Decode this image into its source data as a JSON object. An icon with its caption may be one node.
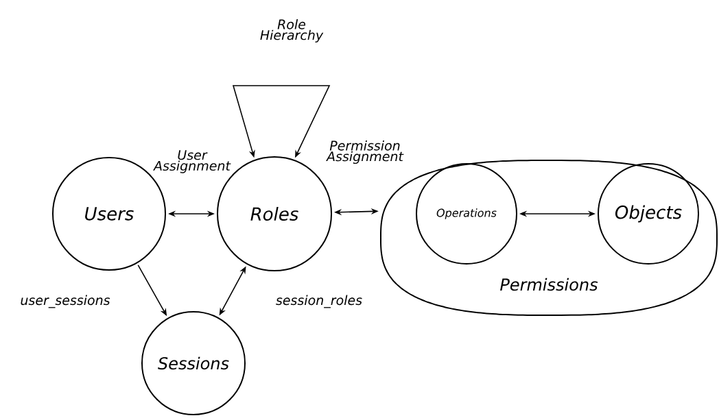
{
  "diagram": {
    "nodes": [
      {
        "text": [
          "Users"
        ]
      },
      {
        "text": [
          "Roles"
        ]
      },
      {
        "text": [
          "Permissions"
        ]
      },
      {
        "text": [
          "Operations"
        ],
        "in": 2
      },
      {
        "text": [
          "Objects"
        ],
        "in": 2
      },
      {
        "text": [
          "Sessions"
        ]
      }
    ],
    "edges": [
      {
        "from": 1,
        "to": 1,
        "arrow": "both",
        "label": "Role Hierarchy"
      },
      {
        "from": 0,
        "to": 1,
        "arrow": "both",
        "label": "User Assignment"
      },
      {
        "from": 1,
        "to": 2,
        "arrow": "both",
        "label": "Permission Assignment"
      },
      {
        "from": 3,
        "to": 4,
        "arrow": "both"
      },
      {
        "from": 0,
        "to": 5,
        "arrow": "to",
        "label": "user_sessions"
      },
      {
        "from": 5,
        "to": 1,
        "arrow": "both",
        "label": "session_roles"
      }
    ]
  }
}
